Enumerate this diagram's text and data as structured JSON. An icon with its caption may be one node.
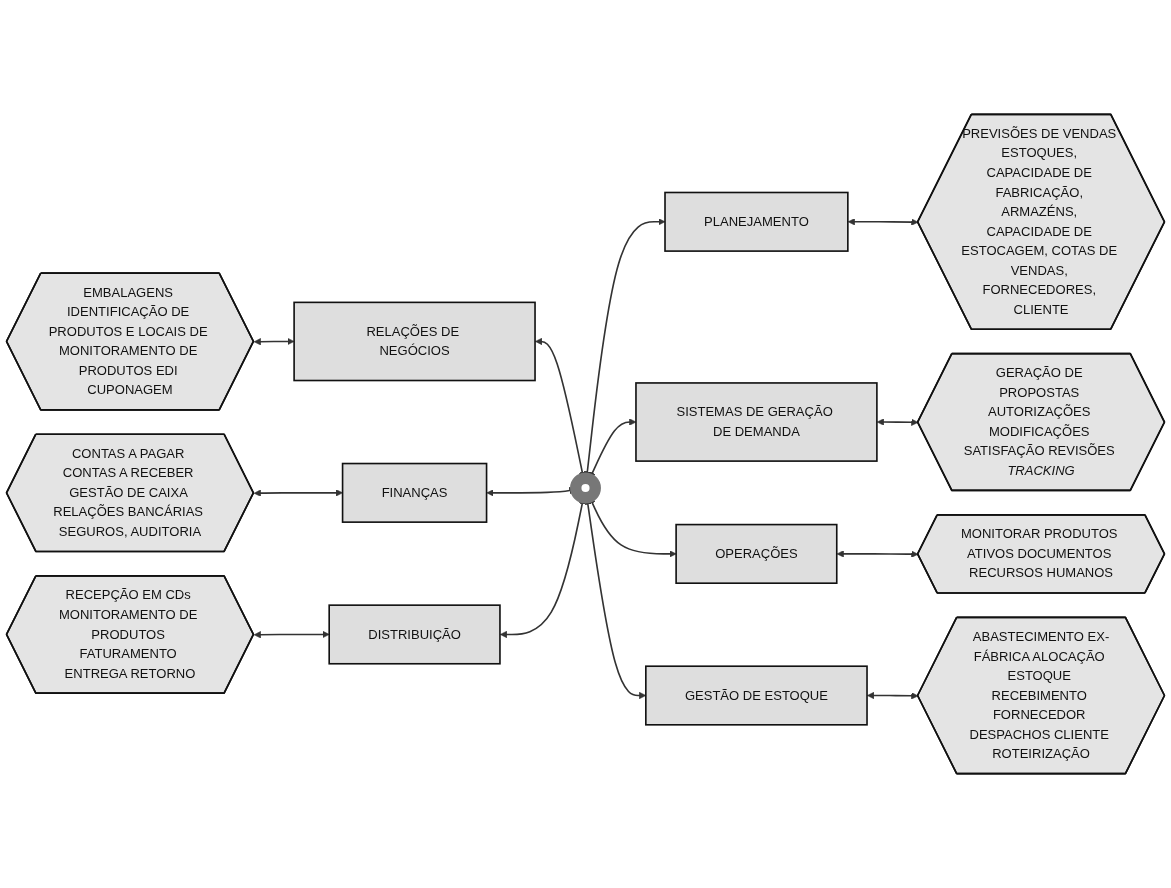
{
  "diagram": {
    "nodes": [
      {
        "text": [
          "EMBALAGENS IDENTIFICAÇÃO DE PRODUTOS E LOCAIS DE MONITORAMENTO DE PRODUTOS EDI CUPONAGEM"
        ]
      },
      {
        "text": [
          "RELAÇÕES DE NEGÓCIOS"
        ]
      },
      {
        "text": [
          "PLANEJAMENTO"
        ]
      },
      {
        "text": [
          "PREVISÕES DE VENDAS ESTOQUES, CAPACIDADE DE FABRICAÇÃO, ARMAZÉNS, CAPACIDADE DE ESTOCAGEM, COTAS DE VENDAS, FORNECEDORES, CLIENTE"
        ]
      },
      {
        "text": [],
        "shape": "circle"
      },
      {
        "text": [
          "CONTAS A PAGAR CONTAS A RECEBER GESTÃO DE CAIXA RELAÇÕES BANCÁRIAS SEGUROS, AUDITORIA"
        ]
      },
      {
        "text": [
          "FINANÇAS"
        ]
      },
      {
        "text": [
          "SISTEMAS DE GERAÇÃO DE DEMANDA"
        ]
      },
      {
        "text": [
          "GERAÇÃO DE PROPOSTAS AUTORIZAÇÕES MODIFICAÇÕES SATISFAÇÃO REVISÕES *TRACKING*"
        ]
      },
      {
        "text": [
          "RECEPÇÃO EM CDs MONITORAMENTO DE PRODUTOS FATURAMENTO ENTREGA RETORNO"
        ]
      },
      {
        "text": [
          "DISTRIBUIÇÃO"
        ]
      },
      {
        "text": [
          "OPERAÇÕES"
        ]
      },
      {
        "text": [
          "GESTÃO DE ESTOQUE"
        ]
      },
      {
        "text": [
          "ABASTECIMENTO EX-FÁBRICA ALOCAÇÃO ESTOQUE RECEBIMENTO FORNECEDOR DESPACHOS CLIENTE ROTEIRIZAÇÃO"
        ]
      },
      {
        "text": [
          "MONITORAR PRODUTOS ATIVOS DOCUMENTOS RECURSOS HUMANOS"
        ]
      }
    ],
    "edges": [
      {
        "from": 0,
        "to": 1,
        "arrow": "both"
      },
      {
        "from": 1,
        "to": 4,
        "arrow": "both"
      },
      {
        "from": 5,
        "to": 6,
        "arrow": "both"
      },
      {
        "from": 6,
        "to": 4,
        "arrow": "both"
      },
      {
        "from": 9,
        "to": 10,
        "arrow": "both"
      },
      {
        "from": 10,
        "to": 4,
        "arrow": "both"
      },
      {
        "from": 4,
        "to": 2,
        "arrow": "both"
      },
      {
        "from": 2,
        "to": 3,
        "arrow": "both"
      },
      {
        "from": 4,
        "to": 7,
        "arrow": "both"
      },
      {
        "from": 7,
        "to": 8,
        "arrow": "both"
      },
      {
        "from": 4,
        "to": 11,
        "arrow": "both"
      },
      {
        "from": 11,
        "to": 14,
        "arrow": "both"
      },
      {
        "from": 4,
        "to": 12,
        "arrow": "both"
      },
      {
        "from": 12,
        "to": 13,
        "arrow": "both"
      }
    ]
  }
}
